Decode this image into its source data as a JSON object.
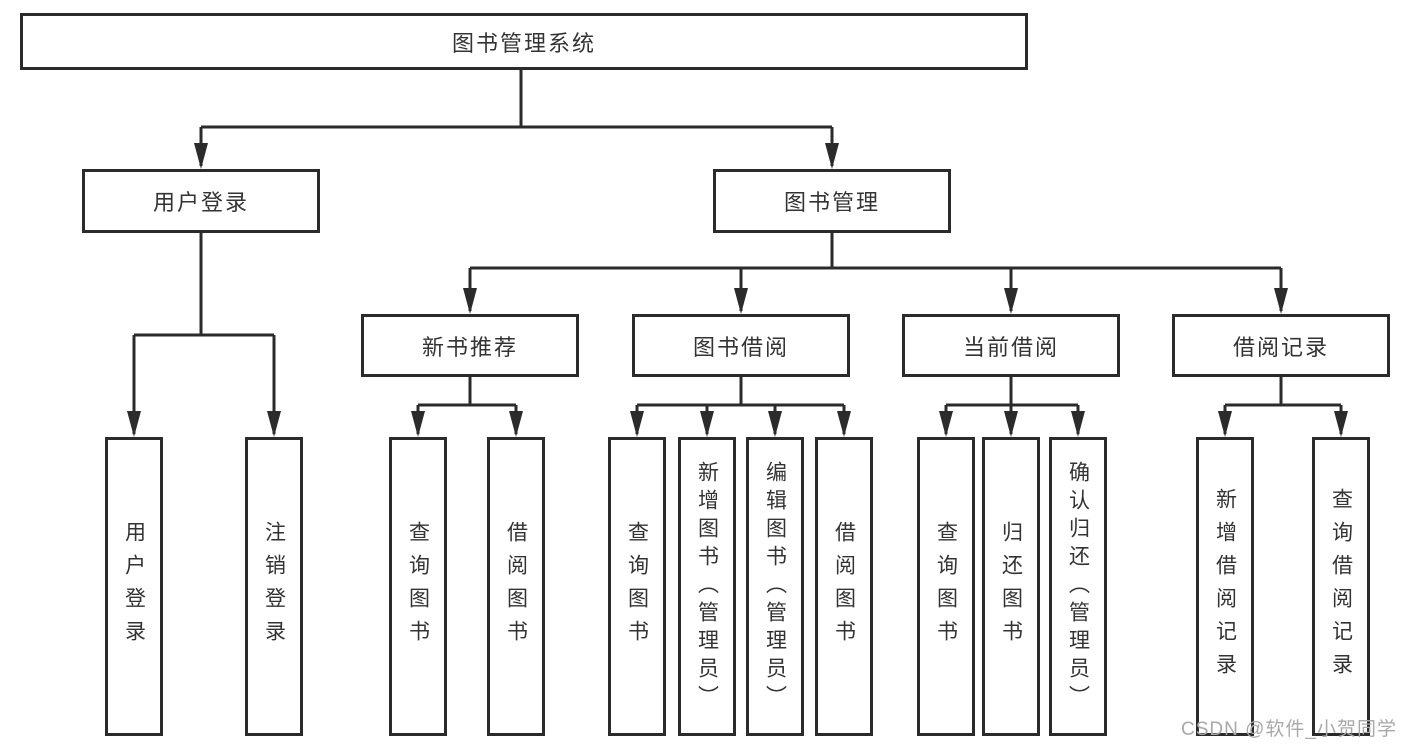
{
  "diagram": {
    "title": "图书管理系统",
    "tree": {
      "label": "图书管理系统",
      "children": [
        {
          "label": "用户登录",
          "children": [
            {
              "label": "用户登录"
            },
            {
              "label": "注销登录"
            }
          ]
        },
        {
          "label": "图书管理",
          "children": [
            {
              "label": "新书推荐",
              "children": [
                {
                  "label": "查询图书"
                },
                {
                  "label": "借阅图书"
                }
              ]
            },
            {
              "label": "图书借阅",
              "children": [
                {
                  "label": "查询图书"
                },
                {
                  "label": "新增图书（管理员）"
                },
                {
                  "label": "编辑图书（管理员）"
                },
                {
                  "label": "借阅图书"
                }
              ]
            },
            {
              "label": "当前借阅",
              "children": [
                {
                  "label": "查询图书"
                },
                {
                  "label": "归还图书"
                },
                {
                  "label": "确认归还（管理员）"
                }
              ]
            },
            {
              "label": "借阅记录",
              "children": [
                {
                  "label": "新增借阅记录"
                },
                {
                  "label": "查询借阅记录"
                }
              ]
            }
          ]
        }
      ]
    }
  },
  "watermark": {
    "text": "CSDN @软件_小贺同学"
  },
  "colors": {
    "line": "#2b2b2b",
    "box_border": "#2b2b2b",
    "text": "#333333",
    "watermark": "#a9a9a9",
    "background": "#ffffff"
  }
}
